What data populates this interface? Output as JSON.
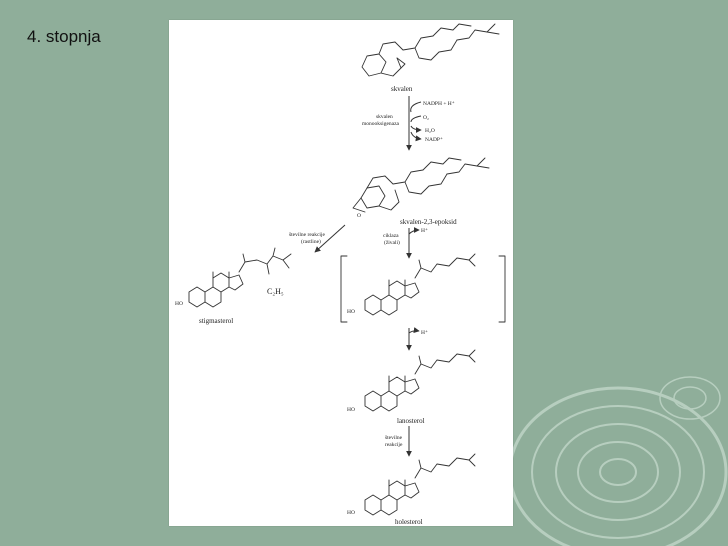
{
  "slide": {
    "title": "4. stopnja",
    "background_color": "#8fae9a",
    "paper_color": "#ffffff"
  },
  "diagram": {
    "labels": {
      "squalene": "skvalen",
      "epoxide": "skvalen-2,3-epoksid",
      "stigmasterol": "stigmasterol",
      "lanosterol": "lanosterol",
      "cholesterol": "holesterol",
      "ethyl": "C₂H₅",
      "ho_stigmasterol": "HO",
      "ho_intermediate": "HO",
      "ho_lanosterol": "HO",
      "ho_cholesterol": "HO",
      "epoxide_o": "O"
    },
    "step1": {
      "enzyme": [
        "skvalen",
        "monooksigenaza"
      ],
      "reactants_in": [
        "NADPH + H⁺",
        "O₂"
      ],
      "products_out": [
        "H₂O",
        "NADP⁺"
      ]
    },
    "step2": {
      "cyclization": [
        "ciklaza",
        "(živali)"
      ],
      "proton": "H⁺"
    },
    "plant_branch": {
      "note": [
        "številne reakcije",
        "(rastline)"
      ]
    },
    "step3": {
      "proton": "H⁺"
    },
    "step4": {
      "note": [
        "številne",
        "reakcije"
      ]
    }
  }
}
